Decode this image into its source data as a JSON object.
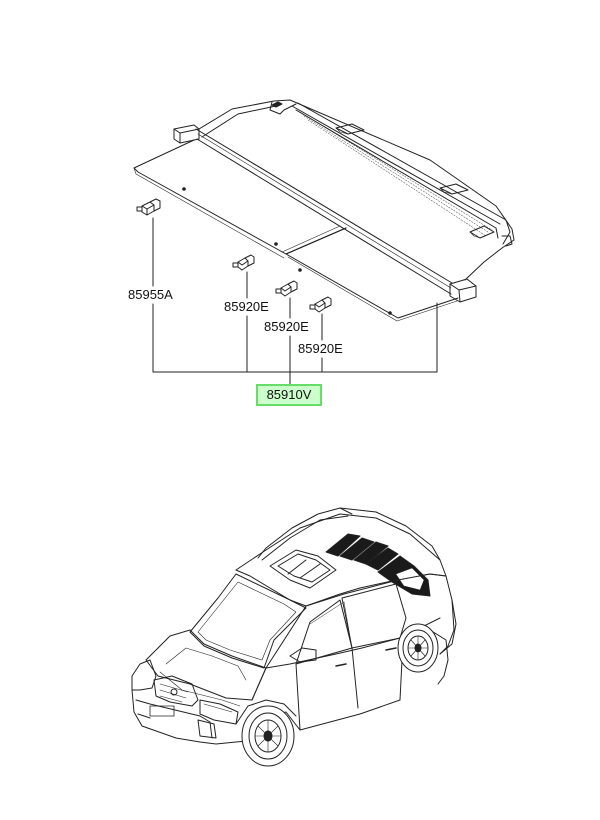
{
  "labels": {
    "part_85955A": "85955A",
    "part_85920E_1": "85920E",
    "part_85920E_2": "85920E",
    "part_85920E_3": "85920E",
    "assembly": "85910V"
  },
  "colors": {
    "line": "#222222",
    "highlight_border": "#66dd66",
    "highlight_fill": "#ccffcc",
    "dark_area": "#1a1a1a"
  }
}
